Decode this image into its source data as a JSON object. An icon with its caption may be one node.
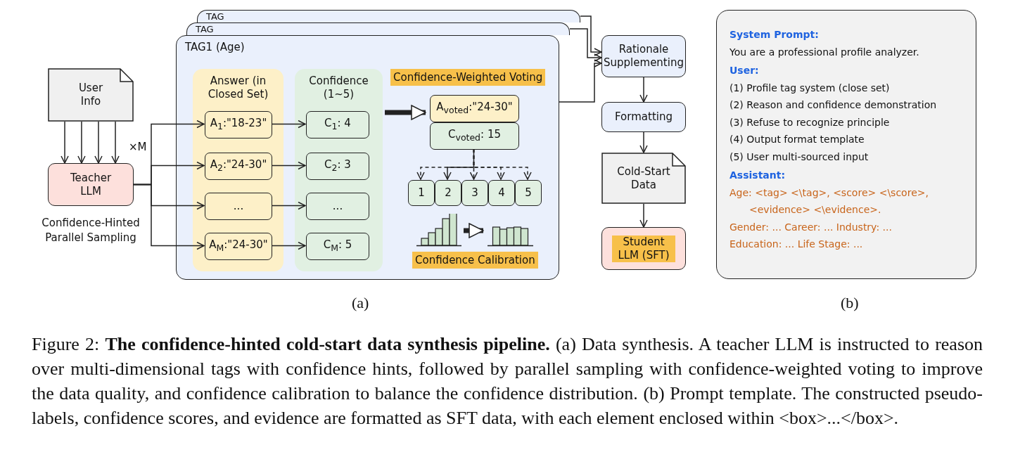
{
  "diagram": {
    "caption": "Figure 2: **The confidence-hinted cold-start data synthesis pipeline.** (a) Data synthesis. A teacher LLM is instructed to reason over multi-dimensional tags with confidence hints, followed by parallel sampling with confidence-weighted voting to improve the data quality, and confidence calibration to balance the confidence distribution. (b) Prompt template. The constructed pseudo-labels, confidence scores, and evidence are formatted as SFT data, with each element enclosed within <box>...</box>.",
    "nodes": [
      {
        "text": [
          "User Info"
        ]
      },
      {
        "text": [
          "Teacher LLM"
        ],
        "beside": [
          "Confidence-Hinted Parallel Sampling"
        ]
      },
      {
        "text": [
          "TAG"
        ]
      },
      {
        "text": [
          "TAG"
        ]
      },
      {
        "text": [
          "TAG1 (Age)"
        ]
      },
      {
        "text": [
          "Answer (in Closed Set)"
        ],
        "in": 4
      },
      {
        "text": [
          "A$_{1}$:\"18-23\""
        ],
        "in": 5
      },
      {
        "text": [
          "A$_{2}$:\"24-30\""
        ],
        "in": 5
      },
      {
        "text": [
          "..."
        ],
        "in": 5
      },
      {
        "text": [
          "A$_{M}$:\"24-30\""
        ],
        "in": 5
      },
      {
        "text": [
          "Confidence (1~5)"
        ],
        "in": 4
      },
      {
        "text": [
          "C$_{1}$: 4"
        ],
        "in": 10
      },
      {
        "text": [
          "C$_{2}$: 3"
        ],
        "in": 10
      },
      {
        "text": [
          "..."
        ],
        "in": 10
      },
      {
        "text": [
          "C$_{M}$: 5"
        ],
        "in": 10
      },
      {
        "text": [
          "A$_{voted}$:\"24-30\""
        ],
        "in": 4
      },
      {
        "text": [
          "C$_{voted}$: 15"
        ],
        "in": 4
      },
      {
        "text": [
          "1"
        ],
        "in": 4
      },
      {
        "text": [
          "2"
        ],
        "in": 4
      },
      {
        "text": [
          "3"
        ],
        "in": 4
      },
      {
        "text": [
          "4"
        ],
        "in": 4
      },
      {
        "text": [
          "5"
        ],
        "in": 4
      },
      {
        "text": [],
        "shape": "bar",
        "in": 4
      },
      {
        "text": [],
        "shape": "bar",
        "in": 4
      },
      {
        "text": [
          "Rationale Supplementing"
        ]
      },
      {
        "text": [
          "Formatting"
        ]
      },
      {
        "text": [
          "Cold-Start Data"
        ]
      },
      {
        "text": [
          "Student LLM (SFT)"
        ]
      },
      {
        "text": [
          "System Prompt:",
          "You are a professional profile analyzer.",
          "User:",
          "(1) Profile tag system (close set)",
          "(2) Reason and confidence demonstration",
          "(3) Refuse to recognize principle",
          "(4) Output format template",
          "(5) User multi-sourced input",
          "Assistant:",
          "Age: <tag> <\\tag>, <score> <\\score>, <evidence> <\\evidence>.",
          "Gender: ... Career: ... Industry: ...",
          "Education: ... Life Stage: ..."
        ]
      }
    ],
    "edges": [
      {
        "from": 0,
        "to": 1,
        "arrow": "to"
      },
      {
        "from": 0,
        "to": 1,
        "arrow": "to"
      },
      {
        "from": 0,
        "to": 1,
        "arrow": "to"
      },
      {
        "from": 0,
        "to": 1,
        "arrow": "to"
      },
      {
        "from": 1,
        "to": 6,
        "arrow": "to"
      },
      {
        "from": 1,
        "to": 7,
        "arrow": "to"
      },
      {
        "from": 1,
        "to": 8,
        "arrow": "to"
      },
      {
        "from": 1,
        "to": 9,
        "arrow": "to"
      },
      {
        "from": 6,
        "to": 11,
        "arrow": "to"
      },
      {
        "from": 7,
        "to": 12,
        "arrow": "to"
      },
      {
        "from": 8,
        "to": 13,
        "arrow": "to"
      },
      {
        "from": 9,
        "to": 14,
        "arrow": "to"
      },
      {
        "from": 10,
        "to": 15,
        "arrow": "to",
        "style": "thick"
      },
      {
        "from": 16,
        "to": 17,
        "arrow": "to",
        "style": "dashed"
      },
      {
        "from": 16,
        "to": 18,
        "arrow": "to"
      },
      {
        "from": 16,
        "to": 19,
        "arrow": "to",
        "style": "dashed"
      },
      {
        "from": 16,
        "to": 20,
        "arrow": "to",
        "style": "dashed"
      },
      {
        "from": 16,
        "to": 21,
        "arrow": "to",
        "style": "dashed"
      },
      {
        "from": 22,
        "to": 23,
        "arrow": "to",
        "style": "thick"
      },
      {
        "from": 2,
        "to": 24,
        "arrow": "to"
      },
      {
        "from": 3,
        "to": 24,
        "arrow": "to"
      },
      {
        "from": 4,
        "to": 24,
        "arrow": "to"
      },
      {
        "from": 24,
        "to": 25,
        "arrow": "to"
      },
      {
        "from": 25,
        "to": 26,
        "arrow": "to"
      },
      {
        "from": 26,
        "to": 27,
        "arrow": "to"
      }
    ],
    "labels": [
      "×M",
      "Confidence-Weighted Voting",
      "Confidence Calibration",
      "(a)",
      "(b)"
    ]
  }
}
